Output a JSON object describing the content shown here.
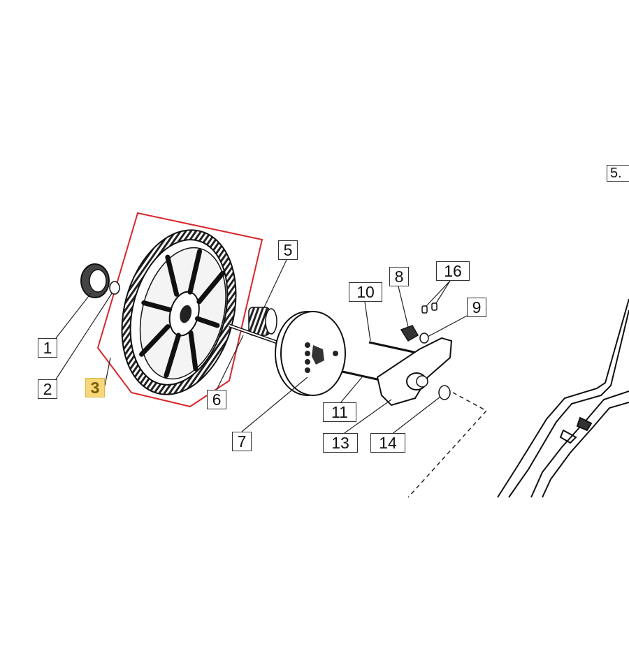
{
  "callouts": [
    {
      "id": "1",
      "label": "1"
    },
    {
      "id": "2",
      "label": "2"
    },
    {
      "id": "3",
      "label": "3"
    },
    {
      "id": "5",
      "label": "5"
    },
    {
      "id": "6",
      "label": "6"
    },
    {
      "id": "7",
      "label": "7"
    },
    {
      "id": "8",
      "label": "8"
    },
    {
      "id": "9",
      "label": "9"
    },
    {
      "id": "10",
      "label": "10"
    },
    {
      "id": "11",
      "label": "11"
    },
    {
      "id": "13",
      "label": "13"
    },
    {
      "id": "14",
      "label": "14"
    },
    {
      "id": "16",
      "label": "16"
    }
  ],
  "highlighted": "3",
  "partial_label": "5.",
  "colors": {
    "highlight_box": "#d9262c",
    "highlight_label": "#f6d77a",
    "line": "#222222"
  }
}
